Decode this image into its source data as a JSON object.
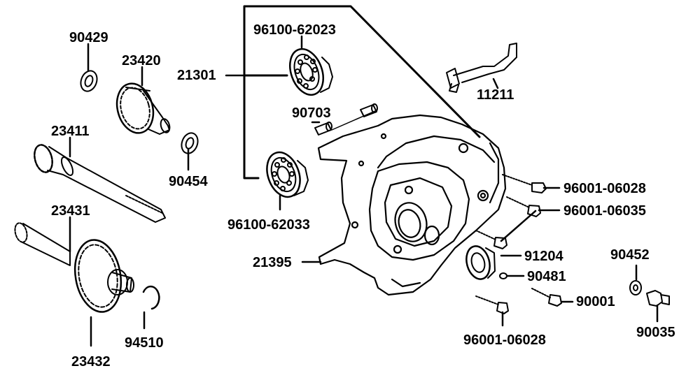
{
  "labels": {
    "p90429": "90429",
    "p23420": "23420",
    "p23411": "23411",
    "p90454": "90454",
    "p23431": "23431",
    "p23432": "23432",
    "p94510": "94510",
    "p96100_62023": "96100-62023",
    "p21301": "21301",
    "p96100_62033": "96100-62033",
    "p90703": "90703",
    "p11211": "11211",
    "p96001_06028_a": "96001-06028",
    "p96001_06035": "96001-06035",
    "p21395": "21395",
    "p91204": "91204",
    "p90481": "90481",
    "p90001": "90001",
    "p96001_06028_b": "96001-06028",
    "p90452": "90452",
    "p90035": "90035"
  }
}
